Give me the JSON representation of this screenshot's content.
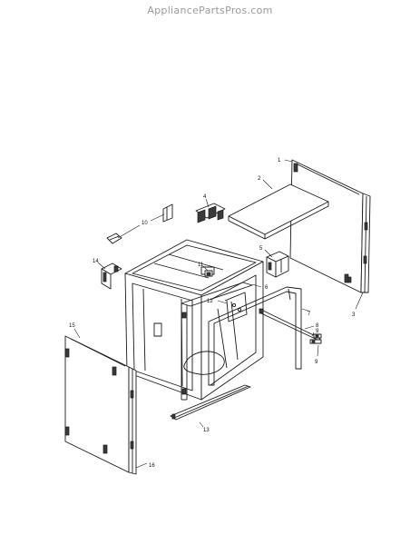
{
  "watermark": "AppliancePartsPros.com",
  "callouts": {
    "c1": "1",
    "c2": "2",
    "c3": "3",
    "c4": "4",
    "c5": "5",
    "c6": "6",
    "c7": "7",
    "c8": "8",
    "c9a": "9",
    "c9b": "9",
    "c10": "10",
    "c11": "11",
    "c12": "12",
    "c13": "13",
    "c14": "14",
    "c15": "15",
    "c16": "16"
  }
}
